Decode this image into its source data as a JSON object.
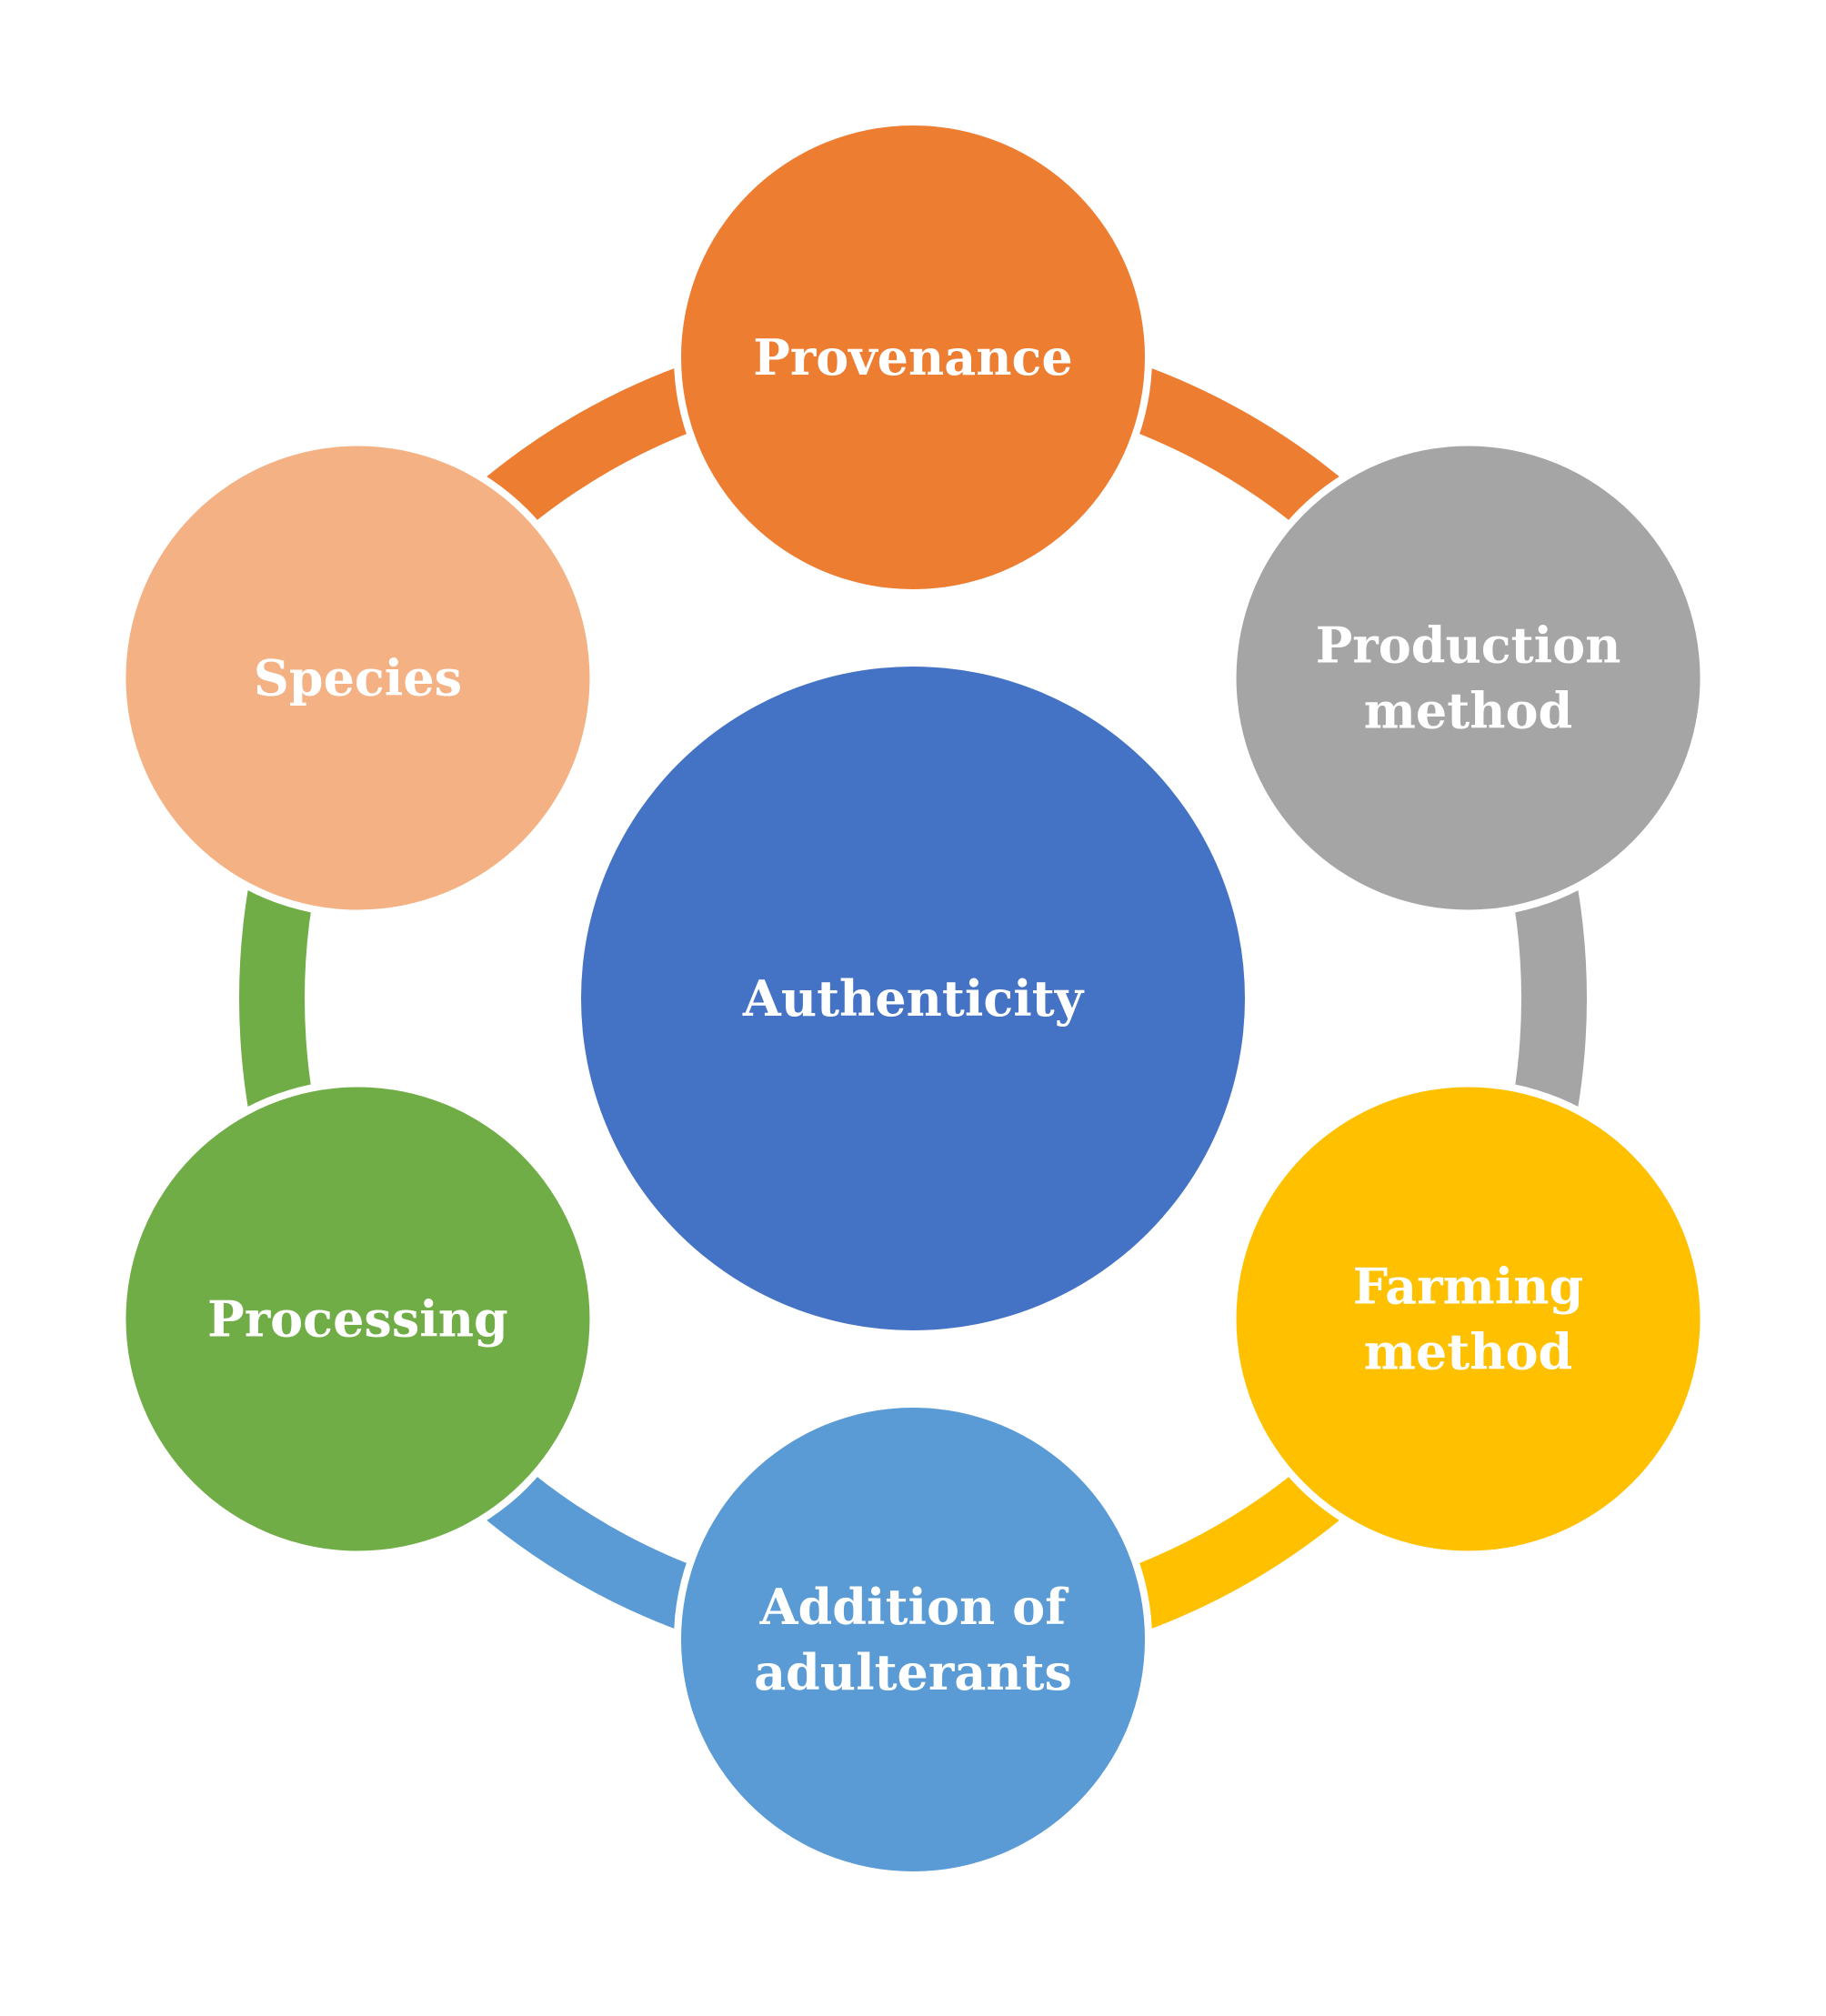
{
  "center": {
    "label": "Authenticity",
    "color": "#4472C4"
  },
  "nodes": [
    {
      "id": "provenance",
      "lines": [
        "Provenance"
      ],
      "color": "#ED7D31",
      "arc_color": "#ED7D31"
    },
    {
      "id": "production-method",
      "lines": [
        "Production",
        "method"
      ],
      "color": "#A5A5A5",
      "arc_color": "#A5A5A5"
    },
    {
      "id": "farming-method",
      "lines": [
        "Farming",
        "method"
      ],
      "color": "#FFC000",
      "arc_color": "#FFC000"
    },
    {
      "id": "addition-of-adulterants",
      "lines": [
        "Addition of",
        "adulterants"
      ],
      "color": "#5B9BD5",
      "arc_color": "#5B9BD5"
    },
    {
      "id": "processing",
      "lines": [
        "Processing"
      ],
      "color": "#70AD47",
      "arc_color": "#70AD47"
    },
    {
      "id": "species",
      "lines": [
        "Species"
      ],
      "color": "#F4B183",
      "arc_color": "#ED7D31"
    }
  ]
}
